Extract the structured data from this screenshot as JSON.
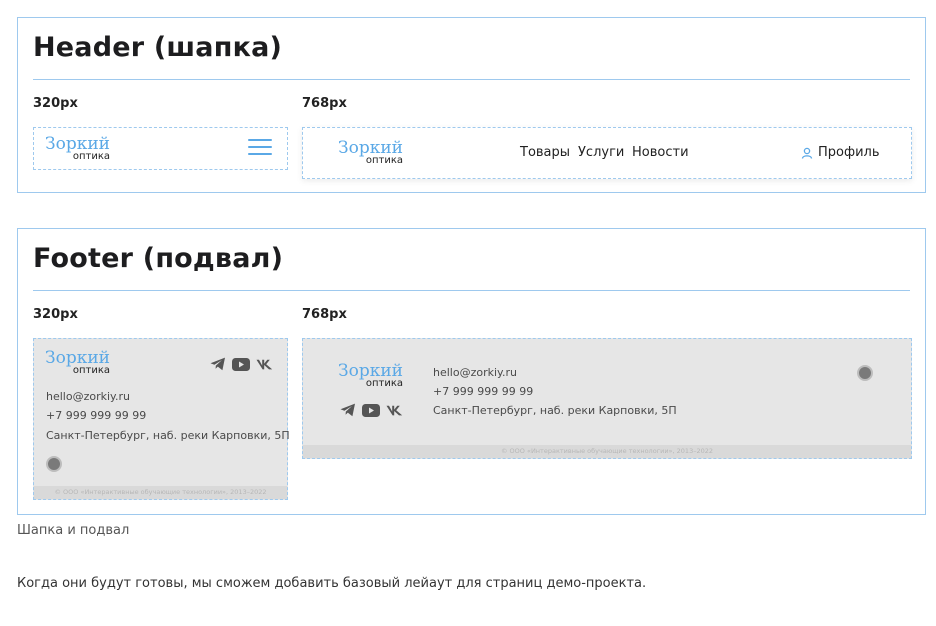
{
  "header_section": {
    "title": "Header (шапка)",
    "bp_mobile": "320px",
    "bp_tablet": "768px",
    "mobile": {
      "logo_main": "Зоркий",
      "logo_sub": "оптика"
    },
    "tablet": {
      "logo_main": "Зоркий",
      "logo_sub": "оптика",
      "nav": [
        "Товары",
        "Услуги",
        "Новости"
      ],
      "profile_label": "Профиль"
    }
  },
  "footer_section": {
    "title": "Footer (подвал)",
    "bp_mobile": "320px",
    "bp_tablet": "768px",
    "mobile": {
      "logo_main": "Зоркий",
      "logo_sub": "оптика",
      "email": "hello@zorkiy.ru",
      "phone": "+7 999 999 99 99",
      "address": "Санкт-Петербург, наб. реки Карповки, 5П",
      "copyright": "© ООО «Интерактивные обучающие технологии», 2013–2022"
    },
    "tablet": {
      "logo_main": "Зоркий",
      "logo_sub": "оптика",
      "email": "hello@zorkiy.ru",
      "phone": "+7 999 999 99 99",
      "address": "Санкт-Петербург, наб. реки Карповки, 5П",
      "copyright": "© ООО «Интерактивные обучающие технологии», 2013–2022"
    },
    "social_icons": [
      "telegram-icon",
      "youtube-icon",
      "vk-icon"
    ]
  },
  "caption": "Шапка и подвал",
  "body_text": "Когда они будут готовы, мы сможем добавить базовый лейаут для страниц демо-проекта.",
  "colors": {
    "accent": "#5aa8e6",
    "border": "#9ec9ee",
    "footer_bg": "#e6e6e6"
  }
}
